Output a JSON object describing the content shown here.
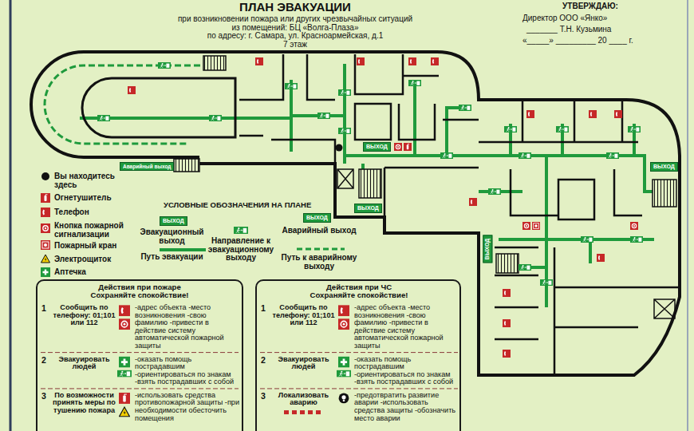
{
  "diagram": {
    "title": "ПЛАН ЭВАКУАЦИИ",
    "nodes": [
      {
        "text": [
          "ВЫХОД"
        ]
      },
      {
        "text": [
          "Аварийный выход"
        ]
      },
      {
        "text": [
          "ВЫХОД"
        ]
      },
      {
        "text": [
          "ВЫХОД"
        ]
      },
      {
        "text": [
          "ВЫХОД"
        ]
      },
      {
        "text": [
          "ВЫХОД"
        ]
      },
      {
        "text": [
          "ВЫХОД"
        ]
      },
      {
        "text": [
          "Действия при пожаре",
          "Сохраняйте спокойствие!",
          "1",
          "Сообщить по телефону: 01;101 или 112",
          "-адрес объекта -место возникновения -свою фамилию -привести в действие систему автоматической пожарной защиты",
          "2",
          "Эвакуировать людей",
          "-оказать помощь пострадавшим -ориентироваться по знакам -взять пострадавших с собой",
          "3",
          "По возможности принять меры по тушению пожара",
          "-использовать средства противопожарной защиты -при необходимости обесточить помещения"
        ]
      },
      {
        "text": [
          "Действия при ЧС",
          "Сохраняйте спокойствие!",
          "1",
          "Сообщить по телефону: 01;101 или 112",
          "-адрес объекта -место возникновения -свою фамилию -привести в действие систему автоматической пожарной защиты",
          "2",
          "Эвакуировать людей",
          "-оказать помощь пострадавшим -ориентироваться по знакам -взять пострадавших с собой",
          "3",
          "Локализовать аварию",
          "-предотвратить развитие аварии -использовать средства защиты -обозначить место аварии"
        ]
      }
    ],
    "labels": [
      "при возникновении пожара или других чрезвычайных ситуаций",
      "из помещений: БЦ «Волга-Плаза»",
      "по адресу: г. Самара, ул. Красноармейская, д.1",
      "7 этаж",
      "УТВЕРЖДАЮ:",
      "Директор ООО «Янко»",
      "_______ Т.Н. Кузьмина",
      "«_____» _________ 20 ____ г.",
      "УСЛОВНЫЕ ОБОЗНАЧЕНИЯ НА ПЛАНЕ"
    ],
    "legend": [
      {
        "text": "Вы находитесь здесь"
      },
      {
        "text": "Огнетушитель"
      },
      {
        "text": "Телефон"
      },
      {
        "text": "Кнопка пожарной сигнализации"
      },
      {
        "text": "Пожарный кран"
      },
      {
        "text": "Электрощиток"
      },
      {
        "text": "Аптечка"
      },
      {
        "text": "Эвакуационный выход"
      },
      {
        "text": "Путь эвакуации"
      },
      {
        "text": "Направление к эвакуационному выходу"
      },
      {
        "text": "Аварийный выход"
      },
      {
        "text": "Путь к аварийному выходу"
      }
    ]
  }
}
